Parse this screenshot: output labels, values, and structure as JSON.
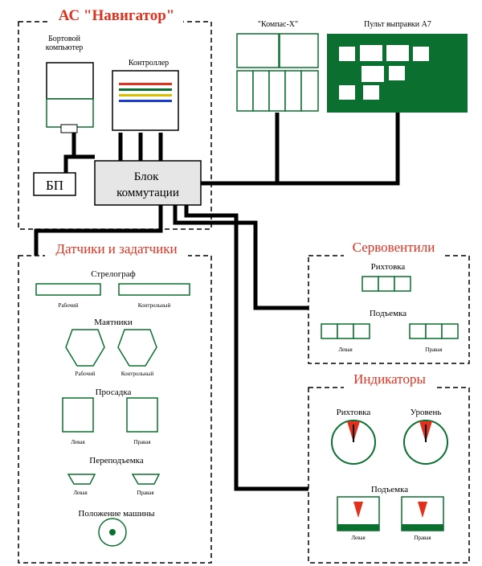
{
  "titles": {
    "system": "АС \"Навигатор\"",
    "sensors": "Датчики и задатчики",
    "servo": "Сервовентили",
    "indicators": "Индикаторы"
  },
  "devices": {
    "onboard_computer": "Бортовой компьютер",
    "controller": "Контроллер",
    "power_supply": "БП",
    "switch_block_line1": "Блок",
    "switch_block_line2": "коммутации",
    "kompas": "\"Компас-Х\"",
    "panel": "Пульт выправки А7"
  },
  "sensors": {
    "strelograf": "Стрелограф",
    "working": "Рабочий",
    "control": "Контрольный",
    "mayatniki": "Маятники",
    "prosadka": "Просадка",
    "perepodemka": "Переподъемка",
    "polozhenie": "Положение машины",
    "left": "Левая",
    "right": "Правая"
  },
  "servo": {
    "rikhtovka": "Рихтовка",
    "podemka": "Подъемка",
    "left": "Левая",
    "right": "Правая"
  },
  "indicators": {
    "rikhtovka": "Рихтовка",
    "uroven": "Уровень",
    "podemka": "Подъемка",
    "left": "Левая",
    "right": "Правая"
  },
  "colors": {
    "title_red": "#e0301e",
    "line_black": "#000000",
    "device_green": "#0b6f2f",
    "box_grey": "#e6e6e6"
  }
}
